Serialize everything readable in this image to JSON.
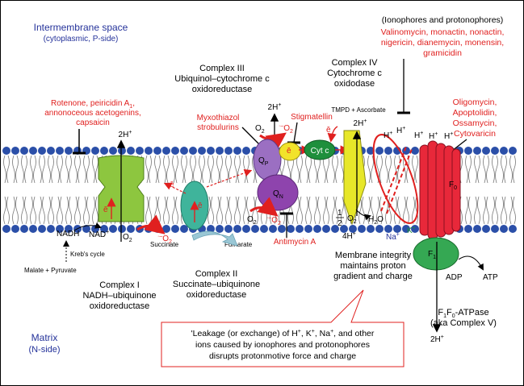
{
  "colors": {
    "red_label": "#e0201f",
    "blue_label": "#24329a",
    "membrane_bead": "#2b4fa8",
    "complex1": "#8dc63f",
    "complex2": "#3fb49b",
    "complex3": "#9b59b6",
    "cytc": "#1e8f3c",
    "complex4": "#e7e729",
    "atpase_f0": "#e8283a",
    "atpase_f1": "#35a853"
  },
  "regions": {
    "ims_title": "Intermembrane space",
    "ims_sub": "(cytoplasmic, P-side)",
    "matrix_title": "Matrix",
    "matrix_sub": "(N-side)"
  },
  "complex1": {
    "inhibitors": [
      "Rotenone, peiricidin A",
      "annonoceous acetogenins,",
      "capsaicin"
    ],
    "inhibitor_sub": "1",
    "inhibitor_line1_suffix": ",",
    "proton": "2H",
    "proton_sup": "+",
    "e": "ē",
    "nadh": "NADH",
    "nad": "NAD",
    "nad_sup": "+",
    "krebs": "Kreb's cycle",
    "malate": "Malate + Pyruvate",
    "o2": "O",
    "o2_sub": "2",
    "superoxide": "O",
    "superoxide_sub": "2",
    "superoxide_pre": "·–",
    "label": [
      "Complex I",
      "NADH–ubiquinone",
      "oxidoreductase"
    ]
  },
  "complex2": {
    "e": "ē",
    "e_q": "ē",
    "succinate": "Succinate",
    "fumarate": "Fumarate",
    "label": [
      "Complex II",
      "Succinate–ubiquinone",
      "oxidoreductase"
    ]
  },
  "complex3": {
    "label": [
      "Complex III",
      "Ubiquinol–cytochrome c",
      "oxidoreductase"
    ],
    "inhibitor_top": [
      "Myxothiazol",
      "strobulurins"
    ],
    "stigmatellin": "Stigmatellin",
    "antimycin": "Antimycin A",
    "proton": "2H",
    "proton_sup": "+",
    "qp": "Q",
    "qp_sub": "P",
    "qn": "Q",
    "qn_sub": "N",
    "e": "ē",
    "o2_top": "O",
    "o2_top_sub": "2",
    "sup_top": "O",
    "sup_top_sub": "2",
    "o2_bot": "O",
    "o2_bot_sub": "2",
    "sup_bot": "O",
    "sup_bot_sub": "2",
    "sup_pre": "·–"
  },
  "cytc": {
    "label": "Cyt c"
  },
  "complex4": {
    "label": [
      "Complex IV",
      "Cytochrome c",
      "oxidodase"
    ],
    "tmpd": "TMPD + Ascorbate",
    "proton": "2H",
    "proton_sup": "+",
    "half": "1",
    "half_den": "2",
    "o2": "O",
    "o2_sub": "2",
    "h2o": "H",
    "h2o_sub": "2",
    "h2o_end": "O",
    "h4": "4H",
    "h4_sup": "+",
    "e": "ē"
  },
  "ionophores": {
    "header": "(Ionophores and protonophores)",
    "list": [
      "Valinomycin, monactin, nonactin,",
      "nigericin, dianemycin, monensin,",
      "gramicidin"
    ],
    "h_plus": "H",
    "h_sup": "+",
    "na": "Na",
    "na_sup": "+",
    "k": "K",
    "k_sup": "+"
  },
  "atpase": {
    "inhibitors": [
      "Oligomycin,",
      "Apoptolidin,",
      "Ossamycin,",
      "Cytovaricin"
    ],
    "h_plus": "H",
    "h_sup": "+",
    "f0": "F",
    "f0_sub": "0",
    "f1": "F",
    "f1_sub": "1",
    "adp": "ADP",
    "atp": "ATP",
    "h2": "2H",
    "h2_sup": "+",
    "label": "F",
    "label_sub1": "1",
    "label_mid": "F",
    "label_sub0": "0",
    "label_end": "-ATPase",
    "label2": "(aka Complex V)"
  },
  "membrane_note": [
    "Membrane integrity",
    "maintains proton",
    "gradient and charge"
  ],
  "callout": [
    "'Leakage (or exchange) of H",
    ", K",
    ", Na",
    ", and other",
    "ions caused by ionophores and protonophores",
    "disrupts protonmotive force and charge"
  ],
  "callout_sup": "+"
}
